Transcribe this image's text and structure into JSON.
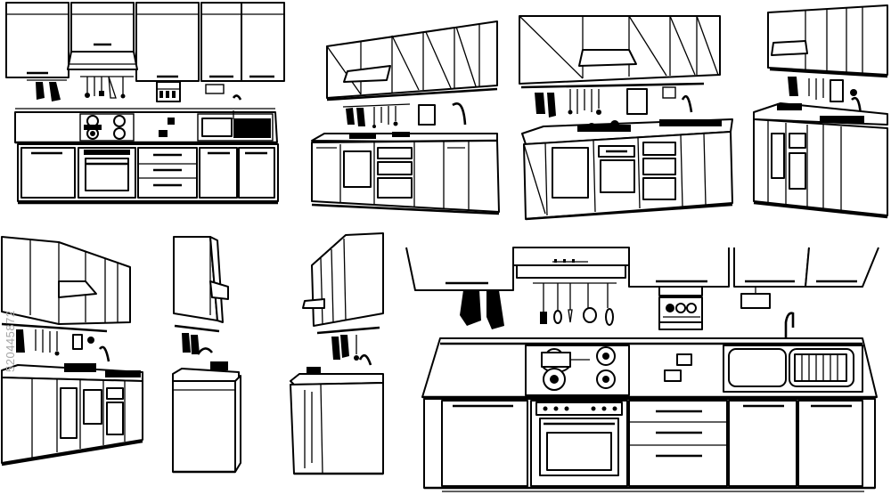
{
  "image": {
    "stock_id": "520445872",
    "line_color": "#000000",
    "background": "#ffffff"
  },
  "illustrations": [
    {
      "name": "kitchen-front-view-top-left",
      "view": "front"
    },
    {
      "name": "kitchen-angled-view-2",
      "view": "angled"
    },
    {
      "name": "kitchen-angled-view-3",
      "view": "angled"
    },
    {
      "name": "kitchen-side-view-4",
      "view": "side"
    },
    {
      "name": "kitchen-angled-view-5",
      "view": "angled"
    },
    {
      "name": "kitchen-side-view-6",
      "view": "side"
    },
    {
      "name": "kitchen-side-view-7",
      "view": "side"
    },
    {
      "name": "kitchen-front-view-large",
      "view": "front"
    }
  ]
}
